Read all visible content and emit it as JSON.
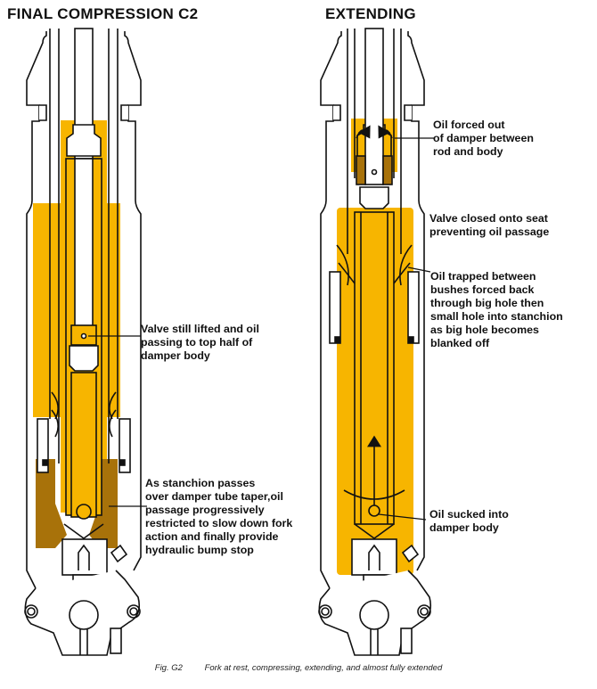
{
  "panels": [
    {
      "title": "FINAL COMPRESSION C2",
      "annotations": [
        "Valve still lifted and oil\npassing to top half of\ndamper body",
        "As stanchion passes\nover damper tube taper,oil\npassage progressively\nrestricted to slow down fork\naction and finally provide\nhydraulic bump stop"
      ]
    },
    {
      "title": "EXTENDING",
      "annotations": [
        "Oil forced out\nof damper between\nrod and body",
        "Valve closed onto seat\npreventing oil passage",
        "Oil trapped between\nbushes forced back\nthrough big hole then\nsmall hole into stanchion\nas big hole becomes\nblanked off",
        "Oil sucked into\ndamper body"
      ]
    }
  ],
  "caption": {
    "figure": "Fig. G2",
    "text": "Fork at rest, compressing, extending, and almost fully extended"
  },
  "colors": {
    "oil": "#f7b500",
    "oil_dark": "#a8720a",
    "line": "#111111"
  }
}
